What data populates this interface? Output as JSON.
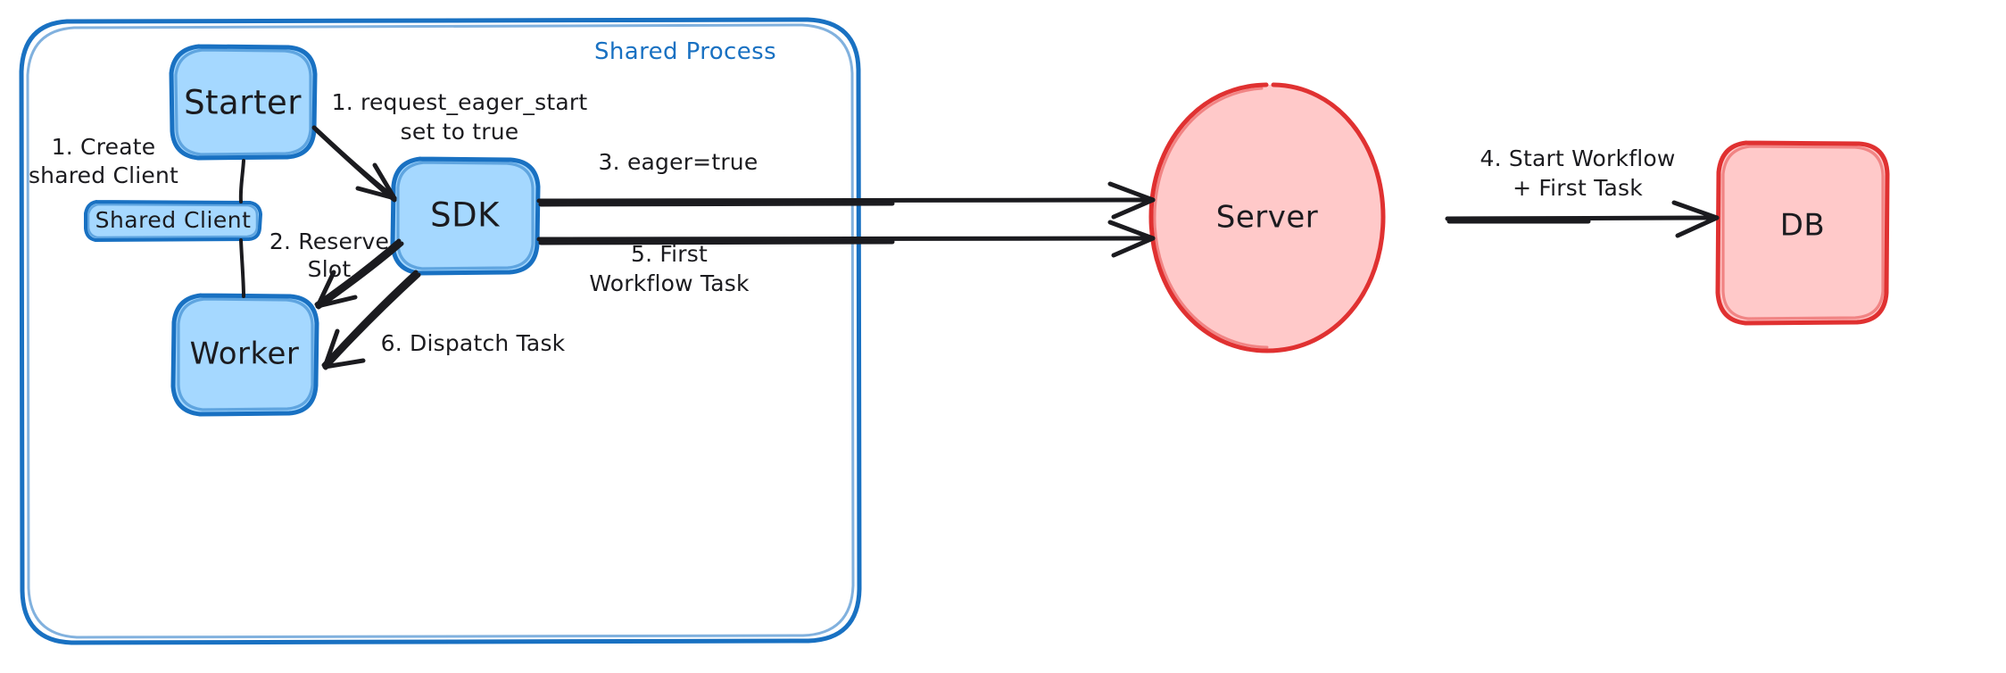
{
  "diagram": {
    "title_visible": false,
    "colors": {
      "blue_fill": "#a5d8ff",
      "blue_stroke": "#1971c2",
      "pink_fill": "#ffc9c9",
      "red_stroke": "#e03131",
      "ink": "#1b1b1f",
      "background": "#ffffff"
    },
    "container": {
      "label": "Shared Process"
    },
    "nodes": {
      "starter": "Starter",
      "shared_client": "Shared Client",
      "sdk": "SDK",
      "worker": "Worker",
      "server": "Server",
      "db": "DB"
    },
    "edge_labels": {
      "create_shared_client_line1": "1. Create",
      "create_shared_client_line2": "shared Client",
      "request_eager_start_line1": "1. request_eager_start",
      "request_eager_start_line2": "set to true",
      "reserve_slot_line1": "2. Reserve",
      "reserve_slot_line2": "Slot",
      "eager_true": "3. eager=true",
      "start_workflow_line1": "4. Start Workflow",
      "start_workflow_line2": "+ First Task",
      "first_workflow_task_line1": "5. First",
      "first_workflow_task_line2": "Workflow Task",
      "dispatch_task": "6. Dispatch Task"
    },
    "steps": [
      {
        "n": "1",
        "text": "Create shared Client",
        "from": "Starter",
        "to": "Shared Client"
      },
      {
        "n": "1",
        "text": "request_eager_start set to true",
        "from": "Starter",
        "to": "SDK"
      },
      {
        "n": "2",
        "text": "Reserve Slot",
        "from": "SDK",
        "to": "Worker"
      },
      {
        "n": "3",
        "text": "eager=true",
        "from": "SDK",
        "to": "Server"
      },
      {
        "n": "4",
        "text": "Start Workflow + First Task",
        "from": "Server",
        "to": "DB"
      },
      {
        "n": "5",
        "text": "First Workflow Task",
        "from": "SDK",
        "to": "Server"
      },
      {
        "n": "6",
        "text": "Dispatch Task",
        "from": "SDK",
        "to": "Worker"
      }
    ]
  }
}
